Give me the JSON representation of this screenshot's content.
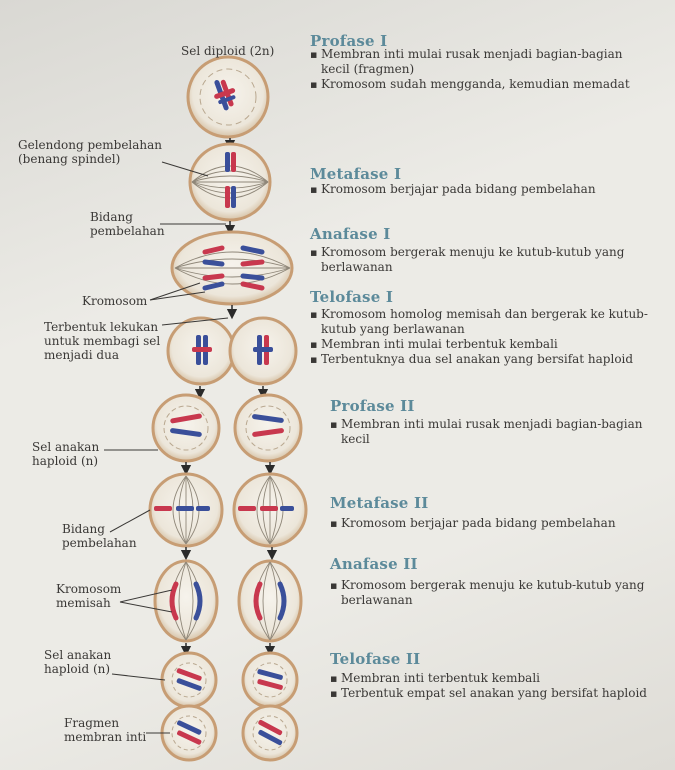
{
  "colors": {
    "title": "#5c8a9a",
    "cell_fill": "#f2efe8",
    "cell_border": "#c9a07c",
    "chromosome_red": "#c8384e",
    "chromosome_blue": "#3a4f9a",
    "arrow": "#2a2a2a"
  },
  "labels": {
    "sel_diploid": "Sel diploid (2n)",
    "gelendong": "Gelendong pembelahan\n(benang spindel)",
    "bidang1": "Bidang\npembelahan",
    "kromosom": "Kromosom",
    "terbentuk": "Terbentuk lekukan\nuntuk membagi sel\nmenjadi dua",
    "sel_anakan1": "Sel anakan\nhaploid (n)",
    "bidang2": "Bidang\npembelahan",
    "kromosom_memisah": "Kromosom\nmemisah",
    "sel_anakan2": "Sel anakan\nhaploid (n)",
    "fragmen": "Fragmen\nmembran inti"
  },
  "stages": [
    {
      "title": "Profase I",
      "items": [
        "Membran inti mulai rusak menjadi bagian-bagian kecil (fragmen)",
        "Kromosom  sudah mengganda, kemudian memadat"
      ]
    },
    {
      "title": "Metafase I",
      "items": [
        "Kromosom berjajar pada bidang pembelahan"
      ]
    },
    {
      "title": "Anafase I",
      "items": [
        "Kromosom bergerak menuju ke kutub-kutub yang berlawanan"
      ]
    },
    {
      "title": "Telofase I",
      "items": [
        "Kromosom homolog memisah dan bergerak ke kutub-kutub yang berlawanan",
        "Membran inti mulai terbentuk kembali",
        "Terbentuknya dua sel anakan yang bersifat haploid"
      ]
    },
    {
      "title": "Profase II",
      "items": [
        "Membran inti mulai rusak menjadi bagian-bagian kecil"
      ]
    },
    {
      "title": "Metafase II",
      "items": [
        "Kromosom berjajar pada bidang pembelahan"
      ]
    },
    {
      "title": "Anafase II",
      "items": [
        "Kromosom bergerak menuju ke kutub-kutub yang berlawanan"
      ]
    },
    {
      "title": "Telofase II",
      "items": [
        "Membran inti terbentuk kembali",
        "Terbentuk empat sel anakan yang bersifat haploid"
      ]
    }
  ]
}
